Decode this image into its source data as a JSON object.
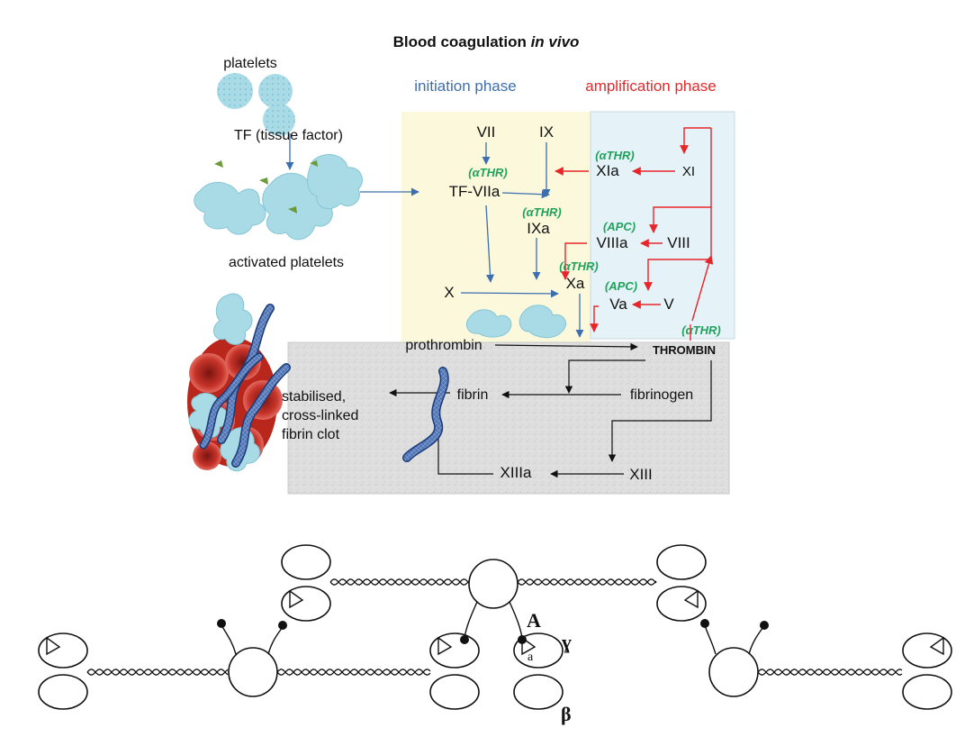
{
  "title": {
    "main": "Blood coagulation",
    "italic": "in vivo"
  },
  "phases": {
    "initiation": "initiation phase",
    "amplification": "amplification phase"
  },
  "labels": {
    "platelets": "platelets",
    "tissue_factor": "TF (tissue factor)",
    "activated_platelets": "activated platelets",
    "clot": [
      "stabilised,",
      "cross-linked",
      "fibrin clot"
    ],
    "prothrombin": "prothrombin",
    "thrombin": "THROMBIN",
    "fibrinogen": "fibrinogen",
    "fibrin": "fibrin",
    "xiii": "XIII",
    "xiiia": "XIIIa"
  },
  "factors": {
    "vii": "VII",
    "ix": "IX",
    "tf_viia": "TF-VIIa",
    "ixa": "IXa",
    "x": "X",
    "xa": "Xa",
    "xia": "XIa",
    "xi": "XI",
    "viiia": "VIIIa",
    "viii": "VIII",
    "va": "Va",
    "v": "V"
  },
  "regulators": {
    "thr_tf": "(αTHR)",
    "thr_ixa": "(αTHR)",
    "thr_xia": "(αTHR)",
    "thr_xa": "(αTHR)",
    "apc_viiia": "(APC)",
    "apc_va": "(APC)",
    "thr_bottom": "(αTHR)"
  },
  "fibrinogen_labels": {
    "A": "A",
    "a": "a",
    "gamma": "ɣ",
    "beta": "β"
  },
  "colors": {
    "initiation": "#3c6fae",
    "amplification": "#e8262a",
    "regulator": "#1fa35c",
    "platelet": "#a8dbe6",
    "initiation_panel": "#fbf8dc",
    "amplification_panel": "#e5f2f7",
    "thrombin_panel": "#dcdcdc",
    "fibrin": "#4f73b3",
    "rbc": "#b8261c"
  }
}
